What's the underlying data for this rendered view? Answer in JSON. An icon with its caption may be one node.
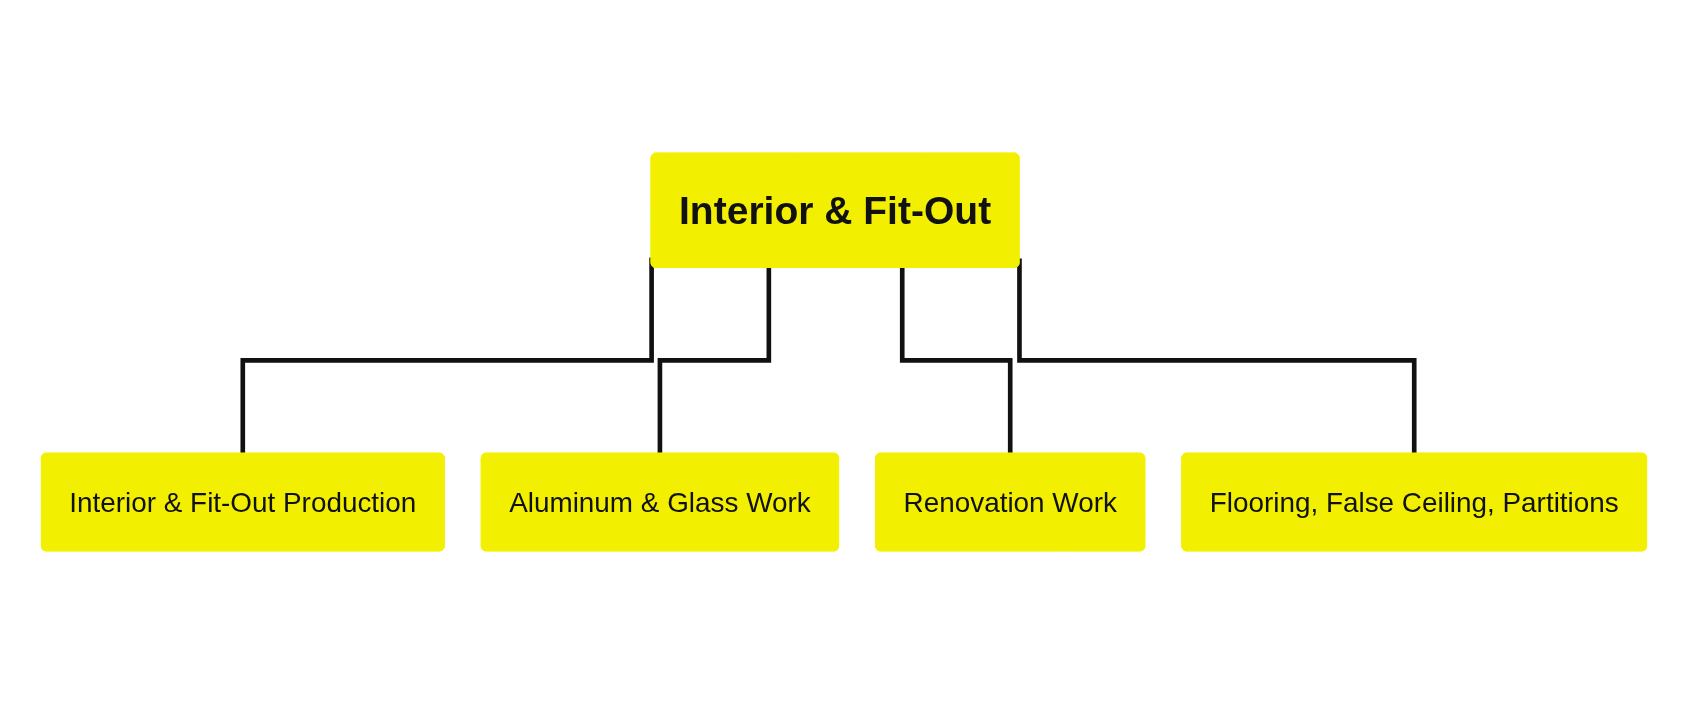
{
  "diagram": {
    "nodes": [
      {
        "text": [
          "Interior & Fit-Out"
        ]
      },
      {
        "text": [
          "Interior & Fit-Out Production"
        ]
      },
      {
        "text": [
          "Aluminum & Glass Work"
        ]
      },
      {
        "text": [
          "Renovation Work"
        ]
      },
      {
        "text": [
          "Flooring, False Ceiling, Partitions"
        ]
      }
    ],
    "edges": [
      {
        "from": 0,
        "to": 1,
        "arrow": "none"
      },
      {
        "from": 0,
        "to": 2,
        "arrow": "none"
      },
      {
        "from": 0,
        "to": 3,
        "arrow": "none"
      },
      {
        "from": 0,
        "to": 4,
        "arrow": "none"
      }
    ]
  }
}
